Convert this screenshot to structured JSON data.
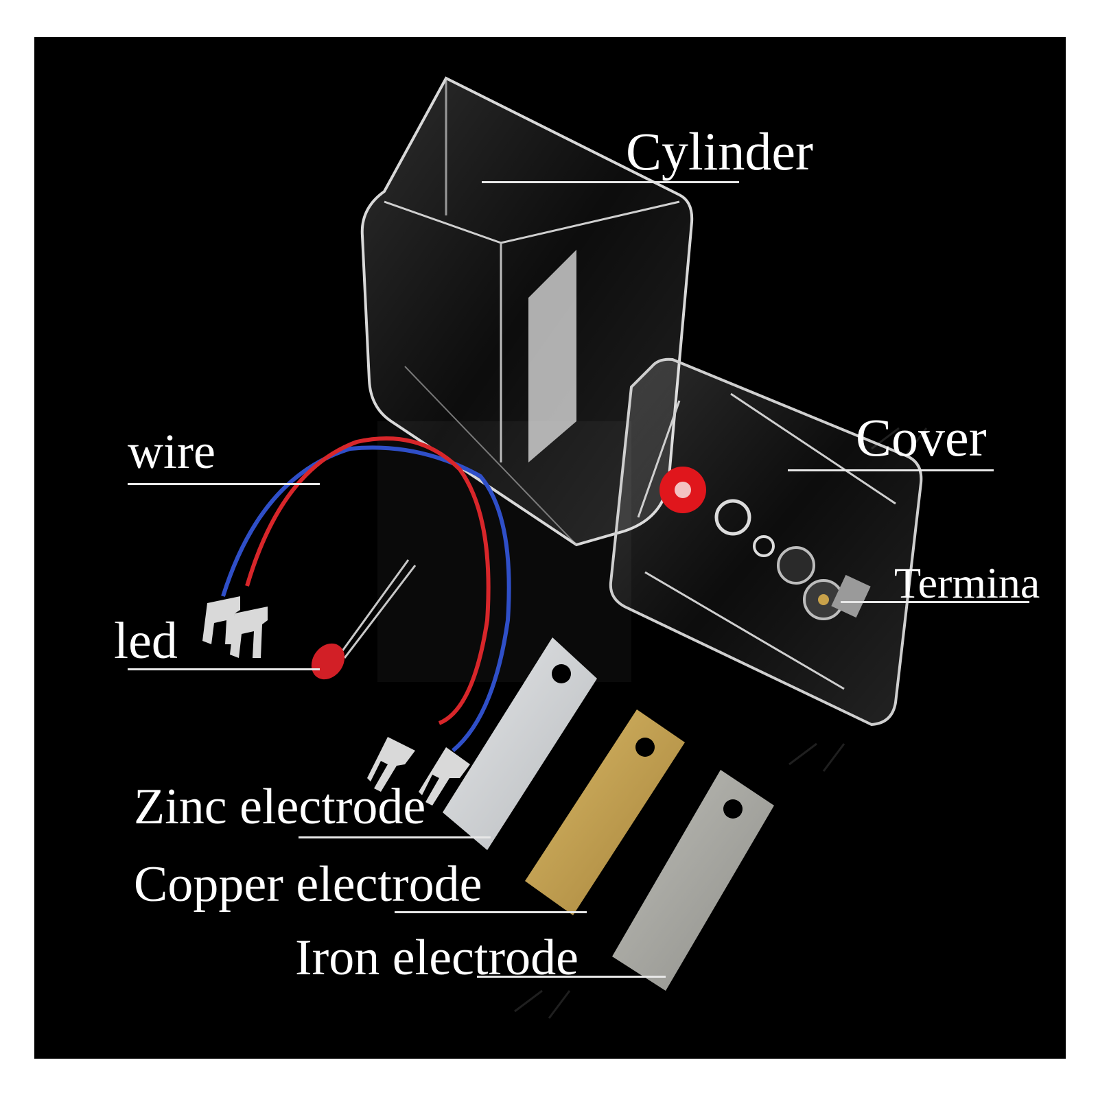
{
  "labels": {
    "cylinder": "Cylinder",
    "wire": "wire",
    "cover": "Cover",
    "terminal": "Termina",
    "led": "led",
    "zinc": "Zinc electrode",
    "copper": "Copper electrode",
    "iron": "Iron electrode"
  },
  "colors": {
    "background": "#000000",
    "frame": "#ffffff",
    "wire_red": "#d8262a",
    "wire_blue": "#2f4fc8",
    "terminal_red": "#e0161c",
    "copper": "#c4a04a",
    "zinc": "#cfd2d4",
    "iron": "#a9a9a4"
  }
}
